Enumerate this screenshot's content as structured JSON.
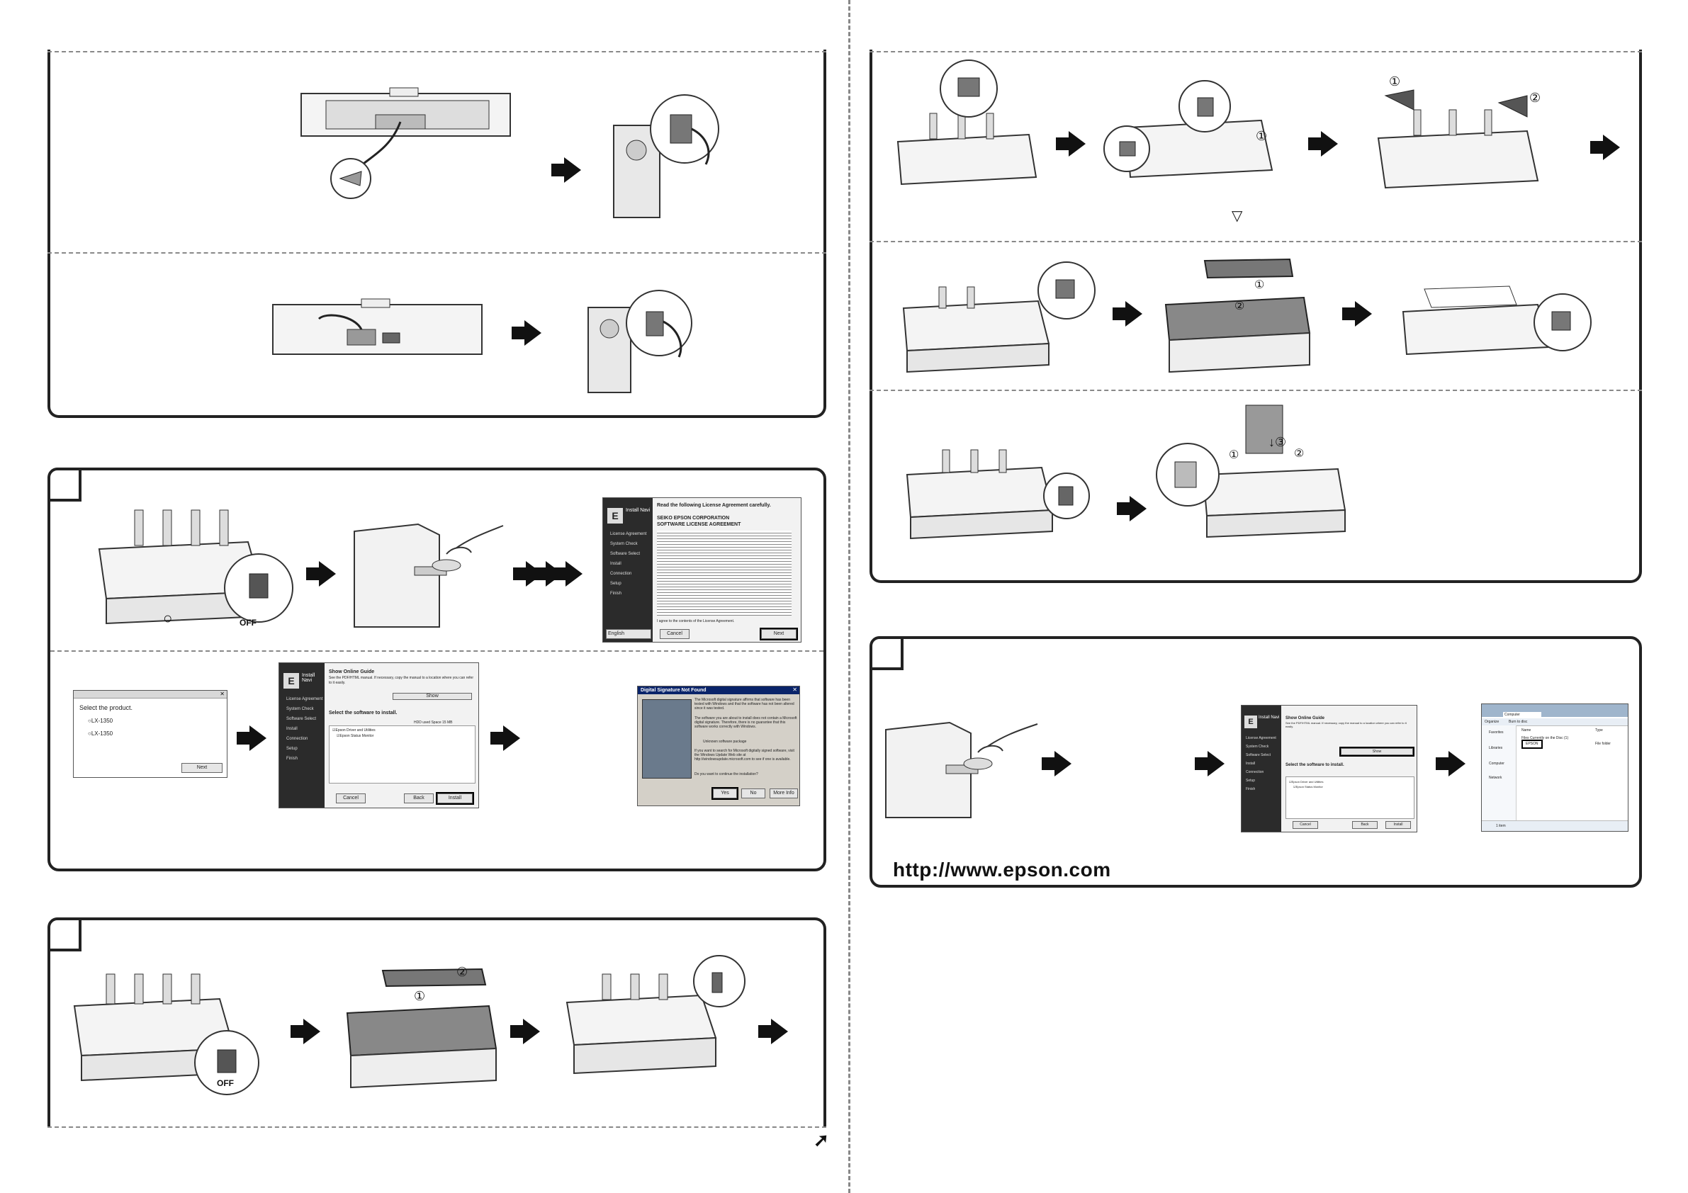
{
  "labels": {
    "off_1": "OFF",
    "off_2": "OFF",
    "circle_1": "①",
    "circle_2": "②",
    "circle_3": "③",
    "down_arrow_3": "↓③",
    "circle_mark": "○",
    "triangle_mark": "▽"
  },
  "license_screen": {
    "nav_title": "Install Navi",
    "heading": "Read the following License Agreement carefully.",
    "company": "SEIKO EPSON CORPORATION",
    "agreement_title": "SOFTWARE LICENSE AGREEMENT",
    "side_items": [
      "License Agreement",
      "System Check",
      "Software Select",
      "Install",
      "Connection",
      "Setup",
      "Finish"
    ],
    "agree_checkbox": "I agree to the contents of the License Agreement.",
    "language": "English",
    "cancel": "Cancel",
    "next": "Next"
  },
  "product_select": {
    "prompt": "Select the product.",
    "option_1": "LX-1350",
    "option_2": "LX-1350",
    "next": "Next"
  },
  "software_select": {
    "nav_title": "Install Navi",
    "guide_title": "Show Online Guide",
    "guide_text": "See the PDF/HTML manual. If necessary, copy the manual to a location where you can refer to it easily.",
    "show_button": "Show",
    "select_title": "Select the software to install.",
    "columns": "HDD used Space",
    "size": "15 MB",
    "item_1": "Epson Driver and Utilities",
    "item_2": "Epson Status Monitor",
    "side_items": [
      "License Agreement",
      "System Check",
      "Software Select",
      "Install",
      "Connection",
      "Setup",
      "Finish"
    ],
    "cancel": "Cancel",
    "back": "Back",
    "install": "Install"
  },
  "signature_dialog": {
    "title": "Digital Signature Not Found",
    "text_1": "The Microsoft digital signature affirms that software has been tested with Windows and that the software has not been altered since it was tested.",
    "text_2": "The software you are about to install does not contain a Microsoft digital signature. Therefore, there is no guarantee that this software works correctly with Windows.",
    "package": "Unknown software package",
    "text_3": "If you want to search for Microsoft digitally signed software, visit the Windows Update Web site at http://windowsupdate.microsoft.com to see if one is available.",
    "question": "Do you want to continue the installation?",
    "yes": "Yes",
    "no": "No",
    "more": "More Info"
  },
  "explorer": {
    "address": "Computer",
    "organize": "Organize",
    "burn": "Burn to disc",
    "col_name": "Name",
    "col_type": "Type",
    "nav_items": [
      "Favorites",
      "Libraries",
      "Computer",
      "Network"
    ],
    "files_header": "Files Currently on the Disc (1)",
    "file_name": "EPSON",
    "file_type": "File folder",
    "status": "1 item"
  },
  "footer": {
    "url": "http://www.epson.com"
  }
}
